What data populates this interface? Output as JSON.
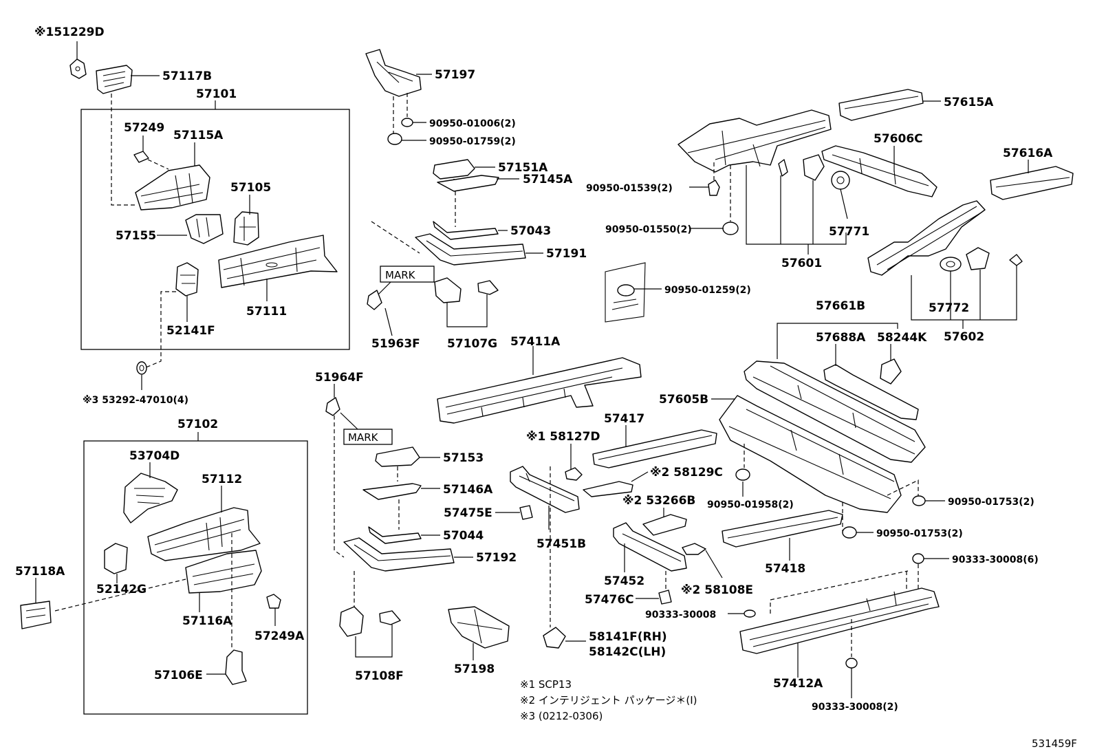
{
  "labels": {
    "p151229d": "※151229D",
    "p57117b": "57117B",
    "p57101": "57101",
    "p57249": "57249",
    "p57115a": "57115A",
    "p57105": "57105",
    "p57155": "57155",
    "p57111": "57111",
    "p52141f": "52141F",
    "p53292": "※3 53292-47010(4)",
    "p57102": "57102",
    "p53704d": "53704D",
    "p57112": "57112",
    "p57118a": "57118A",
    "p52142g": "52142G",
    "p57116a": "57116A",
    "p57249a": "57249A",
    "p57106e": "57106E",
    "p57197": "57197",
    "p90950_01006": "90950-01006(2)",
    "p90950_01759": "90950-01759(2)",
    "p57151a": "57151A",
    "p57145a": "57145A",
    "p57043": "57043",
    "p57191": "57191",
    "mark1": "MARK",
    "p51963f": "51963F",
    "p57107g": "57107G",
    "p57411a": "57411A",
    "p51964f": "51964F",
    "mark2": "MARK",
    "p57153": "57153",
    "p57146a": "57146A",
    "p57475e": "57475E",
    "p57044": "57044",
    "p57192": "57192",
    "p57108f": "57108F",
    "p57198": "57198",
    "p58127d": "※1 58127D",
    "p57451b": "57451B",
    "p57417": "57417",
    "p58129c": "※2 58129C",
    "p53266b": "※2 53266B",
    "p57452": "57452",
    "p57476c": "57476C",
    "p58108e": "※2 58108E",
    "p90333_30008": "90333-30008",
    "p58141f": "58141F(RH)",
    "p58142c": "58142C(LH)",
    "p57615a": "57615A",
    "p57606c": "57606C",
    "p57616a": "57616A",
    "p90950_01539": "90950-01539(2)",
    "p90950_01550": "90950-01550(2)",
    "p57771": "57771",
    "p57601": "57601",
    "p90950_01259": "90950-01259(2)",
    "p57772": "57772",
    "p57602": "57602",
    "p57661b": "57661B",
    "p57688a": "57688A",
    "p58244k": "58244K",
    "p57605b": "57605B",
    "p90950_01958": "90950-01958(2)",
    "p90950_01753a": "90950-01753(2)",
    "p90950_01753b": "90950-01753(2)",
    "p57418": "57418",
    "p90333_30008_6": "90333-30008(6)",
    "p57412a": "57412A",
    "p90333_30008_2": "90333-30008(2)",
    "diagram_id": "531459F"
  },
  "notes": [
    "※1 SCP13",
    "※2 インテリジェント パッケージ＊(I)",
    "※3 (0212-0306)"
  ]
}
